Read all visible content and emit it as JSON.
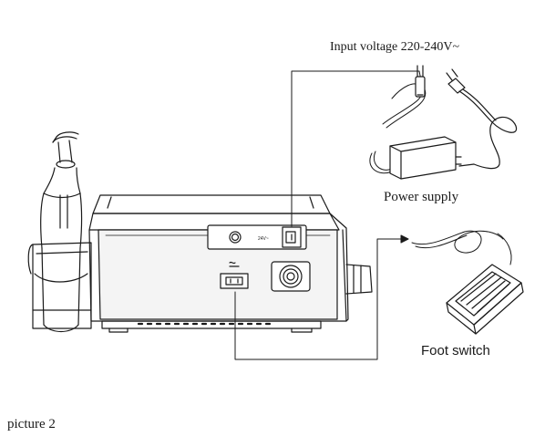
{
  "labels": {
    "input_voltage": "Input voltage 220-240V~",
    "power_supply": "Power supply",
    "foot_switch": "Foot switch",
    "caption": "picture 2",
    "panel_rating": "24V~"
  },
  "colors": {
    "line": "#1a1a1a",
    "panel_fill": "#f4f4f4",
    "background": "#ffffff"
  }
}
